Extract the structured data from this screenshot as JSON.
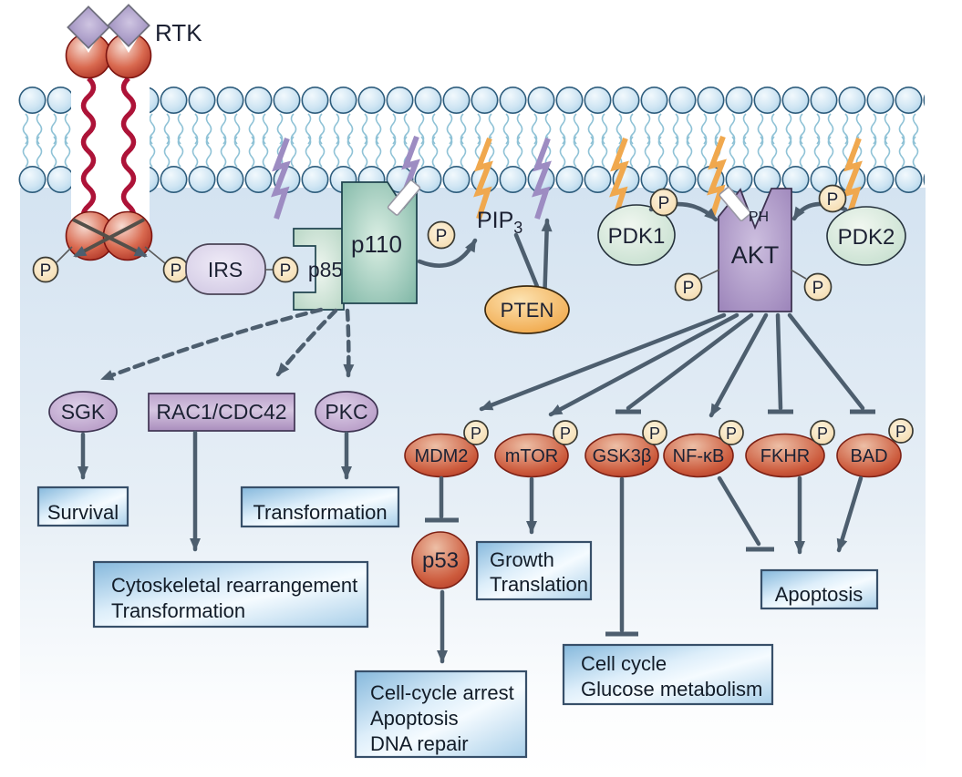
{
  "diagram": {
    "receptor": {
      "label": "RTK"
    },
    "phospho": "P",
    "adapters": {
      "irs": "IRS",
      "p85": "p85",
      "p110": "p110"
    },
    "lipids": {
      "pip3_base": "PIP",
      "pip3_sub": "3",
      "pten": "PTEN"
    },
    "kinases": {
      "pdk1": "PDK1",
      "pdk2": "PDK2",
      "akt": "AKT",
      "ph_domain": "PH"
    },
    "pi3k_targets": {
      "sgk": "SGK",
      "rac": "RAC1/CDC42",
      "pkc": "PKC"
    },
    "akt_targets": {
      "mdm2": "MDM2",
      "mtor": "mTOR",
      "gsk3b": "GSK3β",
      "nfkb": "NF-κB",
      "fkhr": "FKHR",
      "bad": "BAD",
      "p53": "p53"
    },
    "outcomes": {
      "survival": "Survival",
      "transformation": "Transformation",
      "cytoskeletal_line1": "Cytoskeletal rearrangement",
      "cytoskeletal_line2": "Transformation",
      "growth_line1": "Growth",
      "growth_line2": "Translation",
      "arrest_line1": "Cell-cycle arrest",
      "arrest_line2": "Apoptosis",
      "arrest_line3": "DNA repair",
      "cellcycle_line1": "Cell cycle",
      "cellcycle_line2": "Glucose metabolism",
      "apoptosis": "Apoptosis"
    },
    "colors": {
      "membrane_head": "#c9e0ef",
      "cytoplasm_top": "#d4e3f1",
      "receptor_red": "#ad1338",
      "red_node": "#c0452f",
      "purple_node": "#b294c2",
      "akt_purple": "#9b83b9",
      "green_p110": "#7fb7a6",
      "pdk_green": "#c5ddcd",
      "pten_orange": "#efa03c",
      "phospho_badge": "#f5dcae",
      "outcome_box_blue": "#8abbdf",
      "arrow_gray": "#4d5e6e",
      "bolt_orange": "#f0a84e",
      "bolt_purple": "#9d8cc2"
    }
  }
}
